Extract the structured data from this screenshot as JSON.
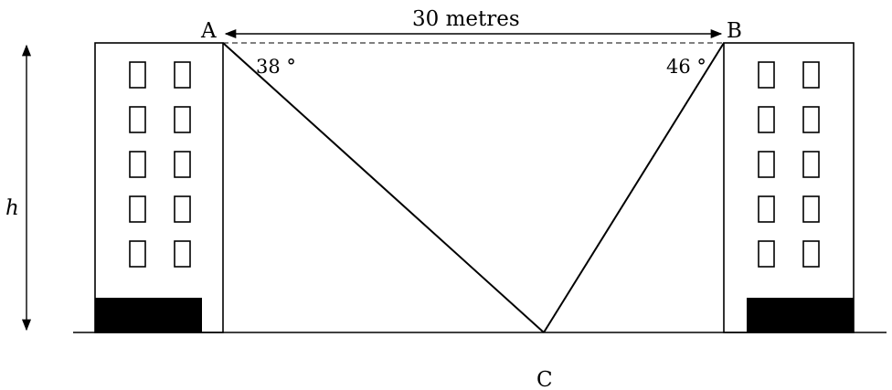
{
  "figure": {
    "labels": {
      "point_a": "A",
      "point_b": "B",
      "point_c": "C",
      "distance": "30 metres",
      "angle_a": "38 °",
      "angle_b": "46 °",
      "height": "h"
    }
  }
}
